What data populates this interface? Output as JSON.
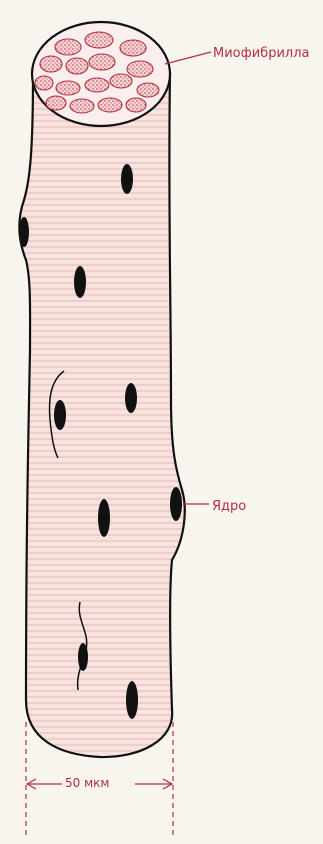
{
  "labels": {
    "myofibril": "Миофибрилла",
    "nucleus": "Ядро",
    "scale": "50 мкм"
  },
  "colors": {
    "fiber_fill": "#f7e4e0",
    "stripe": "#e7b9b4",
    "accent": "#b0313f",
    "outline": "#111111",
    "myofibril_fill": "#f2c9cc"
  }
}
